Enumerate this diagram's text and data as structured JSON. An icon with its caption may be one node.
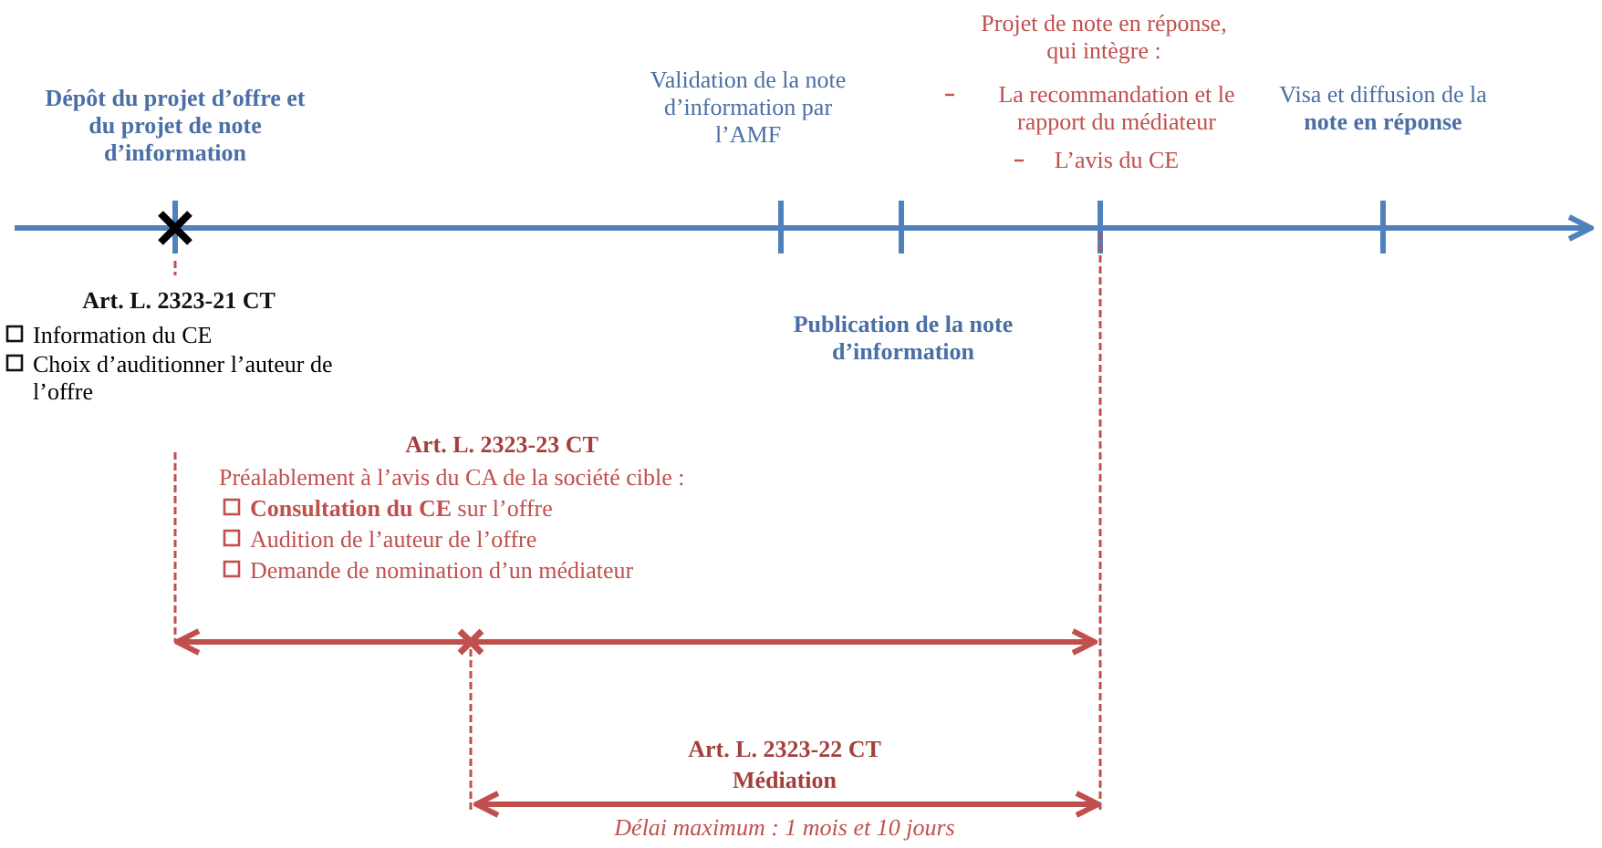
{
  "diagram": {
    "labels": [
      "Projet de note en réponse, qui intègre :",
      "La recommandation et le rapport du médiateur",
      "L’avis du CE",
      "Dépôt du projet d’offre et du projet de note d’information",
      "Validation de la note d’information par l’AMF",
      "Visa et diffusion de la **note en réponse**",
      "Art. L. 2323-21 CT",
      "Information du CE",
      "Choix d’auditionner l’auteur de l’offre",
      "Publication de la note d’information",
      "Art. L. 2323-23 CT",
      "Préalablement à l’avis du CA de la société cible :",
      "**Consultation du CE** sur l’offre",
      "Audition de l’auteur de l’offre",
      "Demande de nomination d’un médiateur",
      "Art. L. 2323-22 CT",
      "Médiation",
      "Délai maximum : 1 mois et 10 jours"
    ]
  }
}
